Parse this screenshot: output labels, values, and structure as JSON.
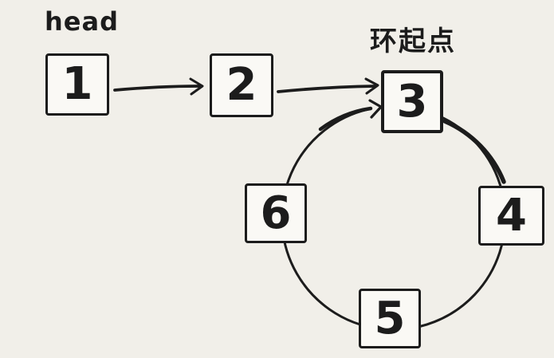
{
  "labels": {
    "head": "head",
    "cycle_start": "环起点"
  },
  "nodes": [
    {
      "id": "1",
      "value": "1"
    },
    {
      "id": "2",
      "value": "2"
    },
    {
      "id": "3",
      "value": "3"
    },
    {
      "id": "4",
      "value": "4"
    },
    {
      "id": "5",
      "value": "5"
    },
    {
      "id": "6",
      "value": "6"
    }
  ],
  "edges": [
    {
      "from": "1",
      "to": "2"
    },
    {
      "from": "2",
      "to": "3"
    },
    {
      "from": "3",
      "to": "4"
    },
    {
      "from": "4",
      "to": "5"
    },
    {
      "from": "5",
      "to": "6"
    },
    {
      "from": "6",
      "to": "3"
    }
  ],
  "colors": {
    "paper": "#f1efe9",
    "ink": "#1c1c1c",
    "node_fill": "#faf9f5"
  }
}
